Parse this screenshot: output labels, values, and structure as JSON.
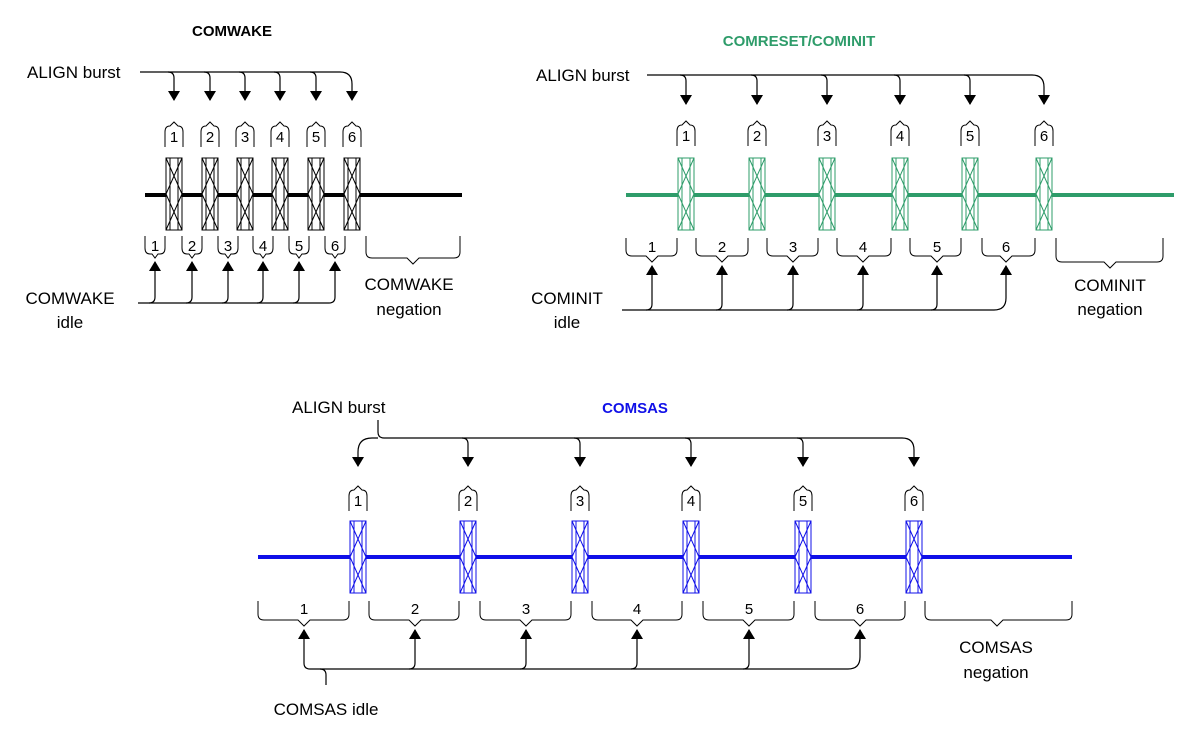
{
  "colors": {
    "comwake": "#000000",
    "cominit": "#2e9c6a",
    "comsas": "#1010e8",
    "arrows": "#000000"
  },
  "panels": [
    {
      "id": "comwake",
      "title": "COMWAKE",
      "align_label": "ALIGN burst",
      "burst_numbers": [
        "1",
        "2",
        "3",
        "4",
        "5",
        "6"
      ],
      "idle_numbers": [
        "1",
        "2",
        "3",
        "4",
        "5",
        "6"
      ],
      "idle_label_line1": "COMWAKE",
      "idle_label_line2": "idle",
      "negation_line1": "COMWAKE",
      "negation_line2": "negation"
    },
    {
      "id": "cominit",
      "title": "COMRESET/COMINIT",
      "align_label": "ALIGN burst",
      "burst_numbers": [
        "1",
        "2",
        "3",
        "4",
        "5",
        "6"
      ],
      "idle_numbers": [
        "1",
        "2",
        "3",
        "4",
        "5",
        "6"
      ],
      "idle_label_line1": "COMINIT",
      "idle_label_line2": "idle",
      "negation_line1": "COMINIT",
      "negation_line2": "negation"
    },
    {
      "id": "comsas",
      "title": "COMSAS",
      "align_label": "ALIGN burst",
      "burst_numbers": [
        "1",
        "2",
        "3",
        "4",
        "5",
        "6"
      ],
      "idle_numbers": [
        "1",
        "2",
        "3",
        "4",
        "5",
        "6"
      ],
      "idle_label_line1": "COMSAS idle",
      "idle_label_line2": "",
      "negation_line1": "COMSAS",
      "negation_line2": "negation"
    }
  ]
}
